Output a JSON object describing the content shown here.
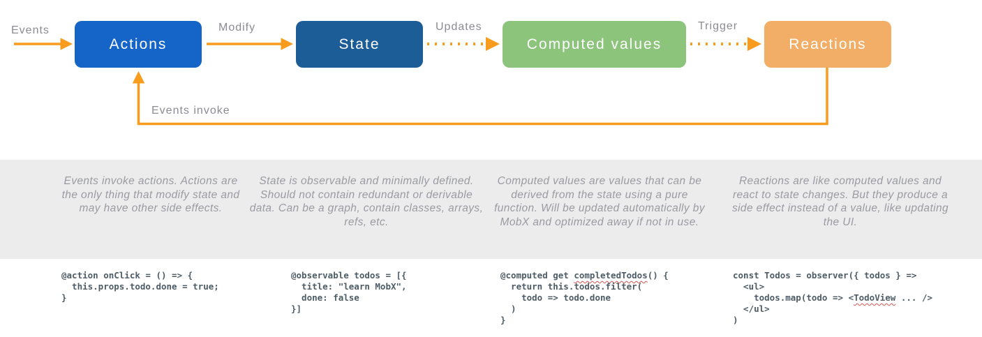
{
  "diagram": {
    "arrow_color": "#F99B1C",
    "label_color": "#8B8B93",
    "description_color": "#9A9AA2",
    "code_color": "#4D5C66",
    "band_color": "#ECECEC",
    "nodes": [
      {
        "label": "Actions",
        "color": "#1565C8"
      },
      {
        "label": "State",
        "color": "#1C5D97"
      },
      {
        "label": "Computed values",
        "color": "#8CC47C"
      },
      {
        "label": "Reactions",
        "color": "#F2AE66"
      }
    ],
    "edge_labels": {
      "events": "Events",
      "modify": "Modify",
      "updates": "Updates",
      "trigger": "Trigger",
      "feedback": "Events invoke"
    }
  },
  "descriptions": [
    "Events invoke actions. Actions are the only thing that modify state and may have other side effects.",
    "State is observable and minimally defined. Should not contain redundant or derivable data. Can be a graph, contain classes, arrays, refs, etc.",
    "Computed values are values that can be derived from the state using a pure function. Will be updated automatically by MobX and optimized away if not in use.",
    "Reactions are like computed values and react to state changes. But they produce a side effect instead of a value, like updating the UI."
  ],
  "code_snippets": [
    {
      "lines": [
        "@action onClick = () => {",
        "  this.props.todo.done = true;",
        "}"
      ]
    },
    {
      "lines": [
        "@observable todos = [{",
        "  title: \"learn MobX\",",
        "  done: false",
        "}]"
      ]
    },
    {
      "lines": [
        "@computed get completedTodos() {",
        "  return this.todos.filter(",
        "    todo => todo.done",
        "  )",
        "}"
      ]
    },
    {
      "lines": [
        "const Todos = observer({ todos } =>",
        "  <ul>",
        "    todos.map(todo => <TodoView ... />",
        "  </ul>",
        ")"
      ]
    }
  ],
  "misspelled_words": [
    "completedTodos",
    "TodoView"
  ]
}
